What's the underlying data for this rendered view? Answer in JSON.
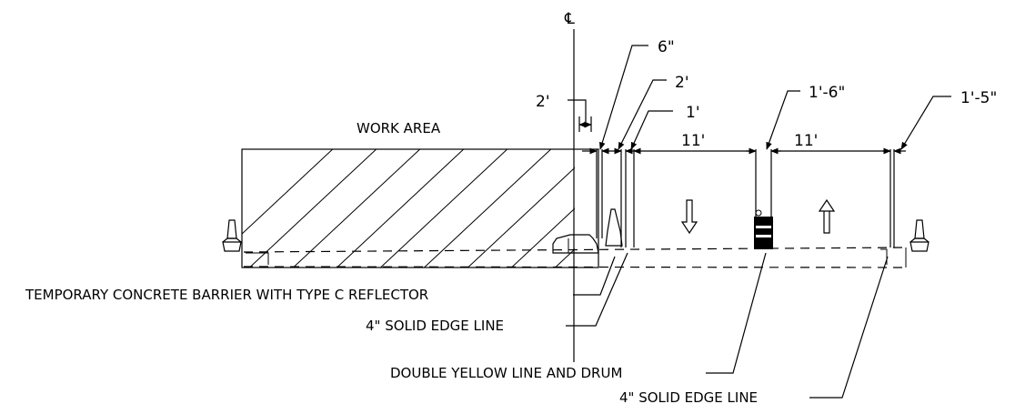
{
  "centerline_symbol": "℄",
  "labels": {
    "work_area": "WORK AREA",
    "barrier": "TEMPORARY CONCRETE  BARRIER WITH TYPE C REFLECTOR",
    "edge_line_left": "4\" SOLID EDGE LINE",
    "double_yellow": "DOUBLE YELLOW LINE AND DRUM",
    "edge_line_right": "4\" SOLID EDGE LINE"
  },
  "dimensions": {
    "d_2ft_left": "2'",
    "d_6in": "6\"",
    "d_2ft": "2'",
    "d_1ft": "1'",
    "lane_left": "11'",
    "d_1ft6in": "1'-6\"",
    "lane_right": "11'",
    "d_1ft5in": "1'-5\""
  },
  "traffic_arrows": {
    "left_lane": "down-arrow-icon",
    "right_lane": "up-arrow-icon"
  }
}
